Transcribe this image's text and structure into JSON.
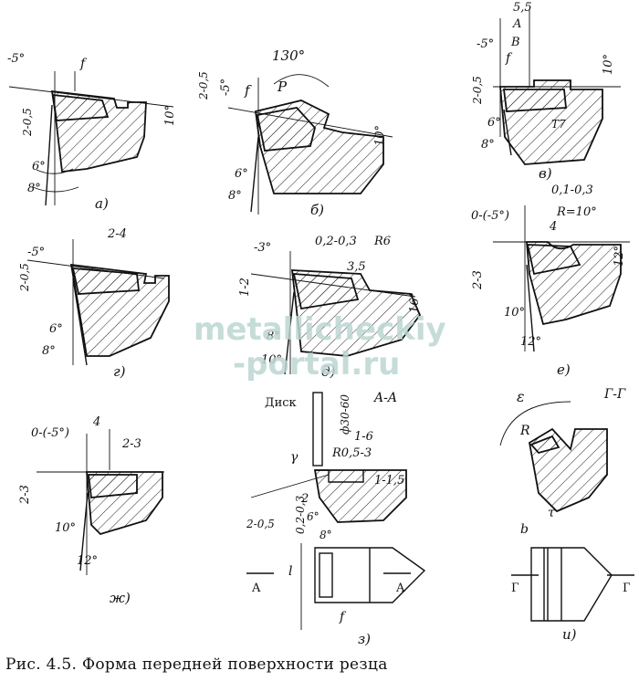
{
  "caption": "Рис. 4.5. Форма передней поверхности резца",
  "watermark": [
    "metallicheckiy",
    "-portal.ru"
  ],
  "panels": {
    "a": {
      "tag": "а)",
      "labels": [
        "-5°",
        "f",
        "2-0,5",
        "10°",
        "6°",
        "8°"
      ]
    },
    "b": {
      "tag": "б)",
      "labels": [
        "130°",
        "2-0,5",
        "-5°",
        "f",
        "P",
        "10°",
        "6°",
        "8°"
      ]
    },
    "v": {
      "tag": "в)",
      "labels": [
        "5,5",
        "A",
        "B",
        "-5°",
        "f",
        "2-0,5",
        "10°",
        "6°",
        "8°",
        "T7"
      ]
    },
    "g": {
      "tag": "г)",
      "labels": [
        "-5°",
        "2-4",
        "2-0,5",
        "6°",
        "8°"
      ]
    },
    "d": {
      "tag": "д)",
      "labels": [
        "-3°",
        "0,2-0,3",
        "R6",
        "3,5",
        "1-2",
        "16°",
        "8°",
        "10°"
      ]
    },
    "e": {
      "tag": "е)",
      "labels": [
        "0,1-0,3",
        "R=10°",
        "0-(-5°)",
        "4",
        "12°",
        "2-3",
        "10°",
        "12°"
      ]
    },
    "zh": {
      "tag": "ж)",
      "labels": [
        "0-(-5°)",
        "4",
        "2-3",
        "2-3",
        "10°",
        "12°"
      ]
    },
    "z": {
      "tag": "з)",
      "labels": [
        "Диск",
        "ф30-60",
        "A-A",
        "1-6",
        "R0,5-3",
        "γ",
        "1-1,5",
        "2",
        "2-0,5",
        "0,2-0,3",
        "6°",
        "8°",
        "l",
        "A",
        "A",
        "f"
      ]
    },
    "i": {
      "tag": "и)",
      "labels": [
        "Г-Г",
        "ε",
        "R",
        "τ",
        "b",
        "Г",
        "Г"
      ]
    }
  }
}
